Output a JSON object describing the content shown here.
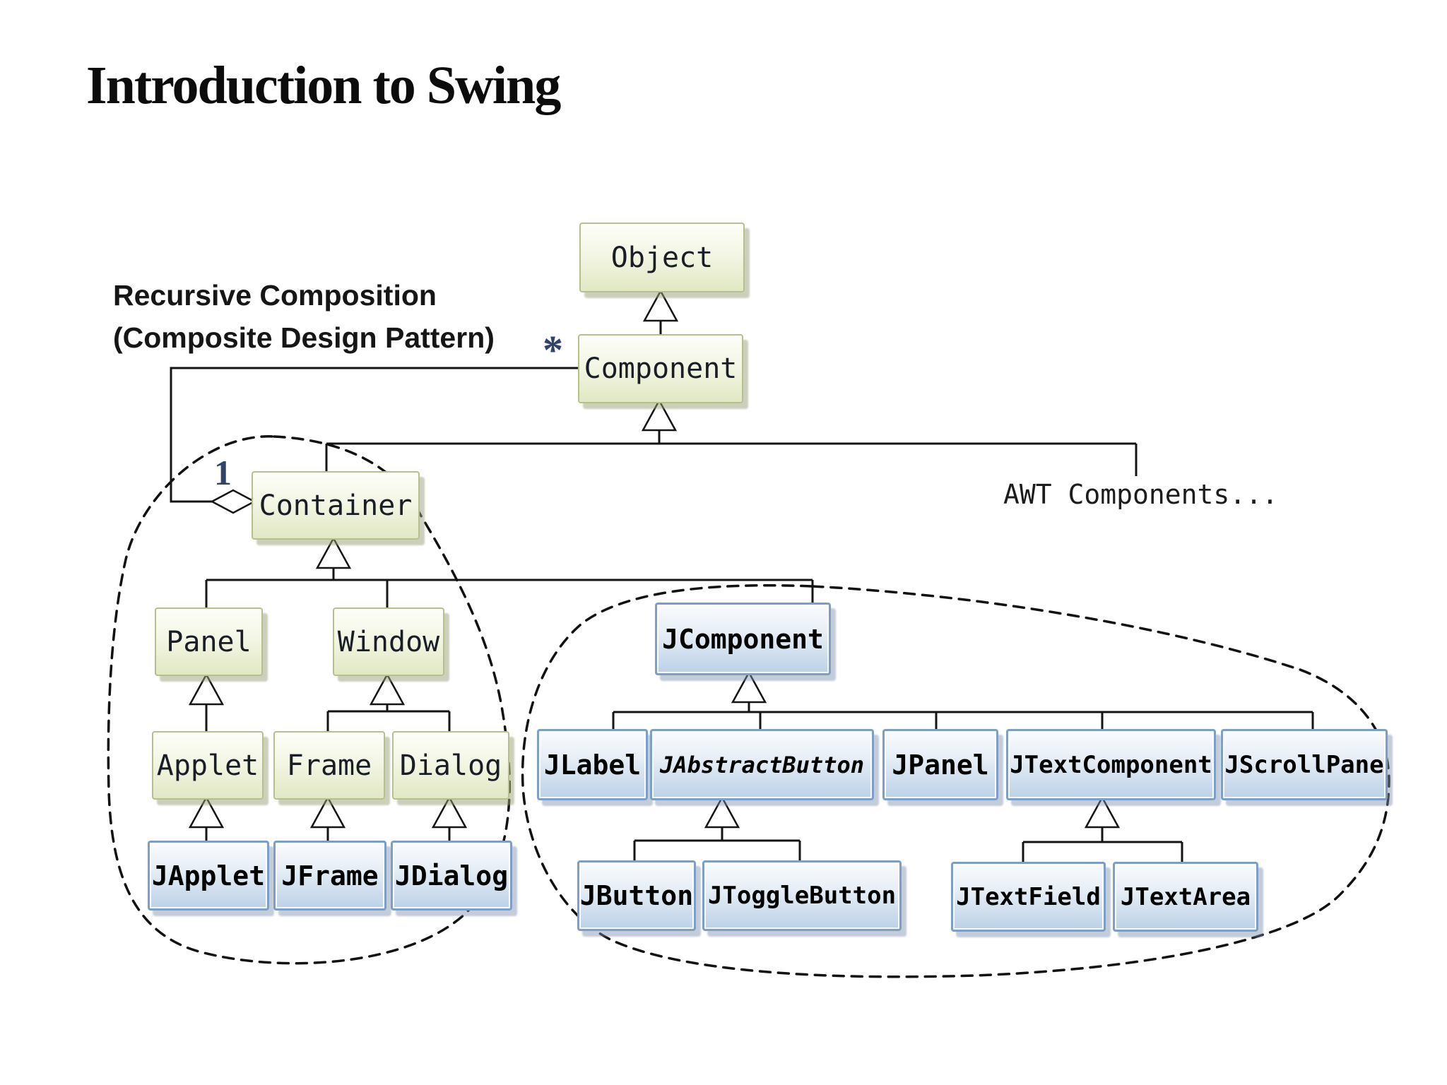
{
  "title": "Introduction to Swing",
  "annotation": {
    "line1": "Recursive Composition",
    "line2": "(Composite Design Pattern)"
  },
  "awt_label": "AWT Components...",
  "multiplicity": {
    "many": "*",
    "one": "1"
  },
  "nodes": {
    "object": {
      "label": "Object",
      "type": "awt"
    },
    "component": {
      "label": "Component",
      "type": "awt"
    },
    "container": {
      "label": "Container",
      "type": "awt"
    },
    "panel": {
      "label": "Panel",
      "type": "awt"
    },
    "window": {
      "label": "Window",
      "type": "awt"
    },
    "applet": {
      "label": "Applet",
      "type": "awt"
    },
    "frame": {
      "label": "Frame",
      "type": "awt"
    },
    "dialog": {
      "label": "Dialog",
      "type": "awt"
    },
    "japplet": {
      "label": "JApplet",
      "type": "swing"
    },
    "jframe": {
      "label": "JFrame",
      "type": "swing"
    },
    "jdialog": {
      "label": "JDialog",
      "type": "swing"
    },
    "jcomponent": {
      "label": "JComponent",
      "type": "swing"
    },
    "jlabel": {
      "label": "JLabel",
      "type": "swing"
    },
    "jabstractbutton": {
      "label": "JAbstractButton",
      "type": "swing-abstract"
    },
    "jpanel": {
      "label": "JPanel",
      "type": "swing"
    },
    "jtextcomponent": {
      "label": "JTextComponent",
      "type": "swing"
    },
    "jscrollpane": {
      "label": "JScrollPane",
      "type": "swing"
    },
    "jbutton": {
      "label": "JButton",
      "type": "swing"
    },
    "jtogglebutton": {
      "label": "JToggleButton",
      "type": "swing"
    },
    "jtextfield": {
      "label": "JTextField",
      "type": "swing"
    },
    "jtextarea": {
      "label": "JTextArea",
      "type": "swing"
    }
  },
  "colors": {
    "awt_box_fill": "#e1e8c3",
    "awt_box_border": "#b5c18c",
    "swing_box_fill": "#bcd1e7",
    "swing_box_border": "#7e9ec6",
    "connector": "#141414",
    "multiplicity_text": "#2f4468"
  }
}
